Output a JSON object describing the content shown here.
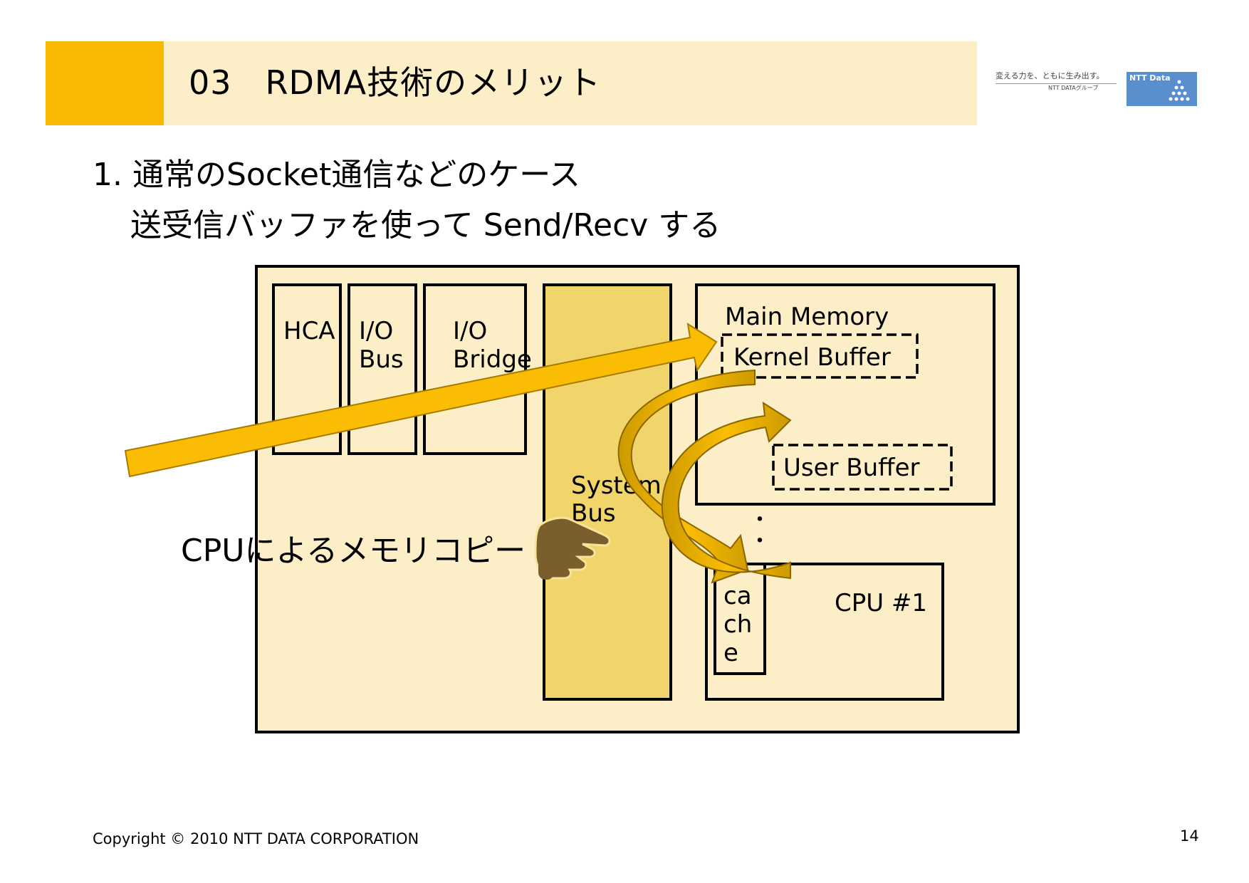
{
  "header": {
    "title": "03　RDMA技術のメリット",
    "logo_tagline": "変える力を、ともに生み出す。",
    "logo_subtext": "NTT DATAグループ",
    "logo_brand": "NTT Data"
  },
  "headings": {
    "line1": "1. 通常のSocket通信などのケース",
    "line2": "送受信バッファを使って Send/Recv する"
  },
  "diagram": {
    "hca": "HCA",
    "io_bus": [
      "I/O",
      "Bus"
    ],
    "io_bridge": [
      "I/O",
      "Bridge"
    ],
    "system_bus": [
      "System",
      "Bus"
    ],
    "main_memory": "Main Memory",
    "kernel_buffer": "Kernel Buffer",
    "user_buffer": "User Buffer",
    "cache": [
      "ca",
      "ch",
      "e"
    ],
    "cpu": "CPU #1",
    "ellipsis": [
      "・",
      "・"
    ],
    "callout": "CPUによるメモリコピー"
  },
  "colors": {
    "accent": "#f7ba00",
    "title_bg": "#fcefc7",
    "panel_bg": "#fcefc7",
    "system_bus_bg": "#f1d46a",
    "arrow_fill": "#fbbd04",
    "arrow_dark": "#cc9a00",
    "hand": "#7a5e2c"
  },
  "footer": {
    "copyright": "Copyright © 2010 NTT DATA CORPORATION",
    "page_number": "14"
  }
}
